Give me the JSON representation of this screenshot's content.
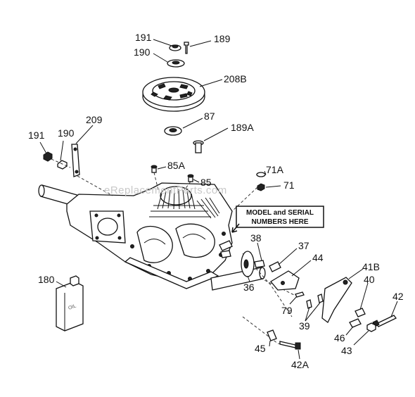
{
  "watermark": "eReplacementParts.com",
  "note": {
    "line1": "MODEL and SERIAL",
    "line2": "NUMBERS HERE"
  },
  "callouts": {
    "p191_top": "191",
    "p189": "189",
    "p190_top": "190",
    "p208B": "208B",
    "p87": "87",
    "p189A": "189A",
    "p191_left": "191",
    "p190_left": "190",
    "p209": "209",
    "p85A": "85A",
    "p85": "85",
    "p71A": "71A",
    "p71": "71",
    "p38": "38",
    "p37": "37",
    "p44": "44",
    "p180": "180",
    "p36": "36",
    "p41B": "41B",
    "p40": "40",
    "p42": "42",
    "p79": "79",
    "p39": "39",
    "p46": "46",
    "p43": "43",
    "p45": "45",
    "p42A": "42A"
  }
}
